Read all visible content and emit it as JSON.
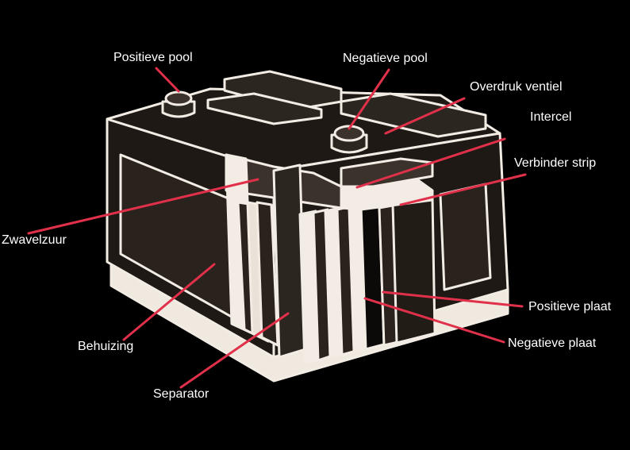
{
  "labels": {
    "positive_terminal": "Positieve pool",
    "negative_terminal": "Negatieve pool",
    "pressure_valve": "Overdruk ventiel",
    "intercell": "Intercel",
    "connector_strip": "Verbinder strip",
    "sulfuric_acid": "Zwavelzuur",
    "housing": "Behuizing",
    "separator": "Separator",
    "positive_plate": "Positieve plaat",
    "negative_plate": "Negatieve plaat"
  },
  "colors": {
    "background": "#000000",
    "leader_line": "#e0304a",
    "outline": "#f2ece4",
    "body_fill": "#1e1915",
    "base_fill": "#efe9e0"
  }
}
